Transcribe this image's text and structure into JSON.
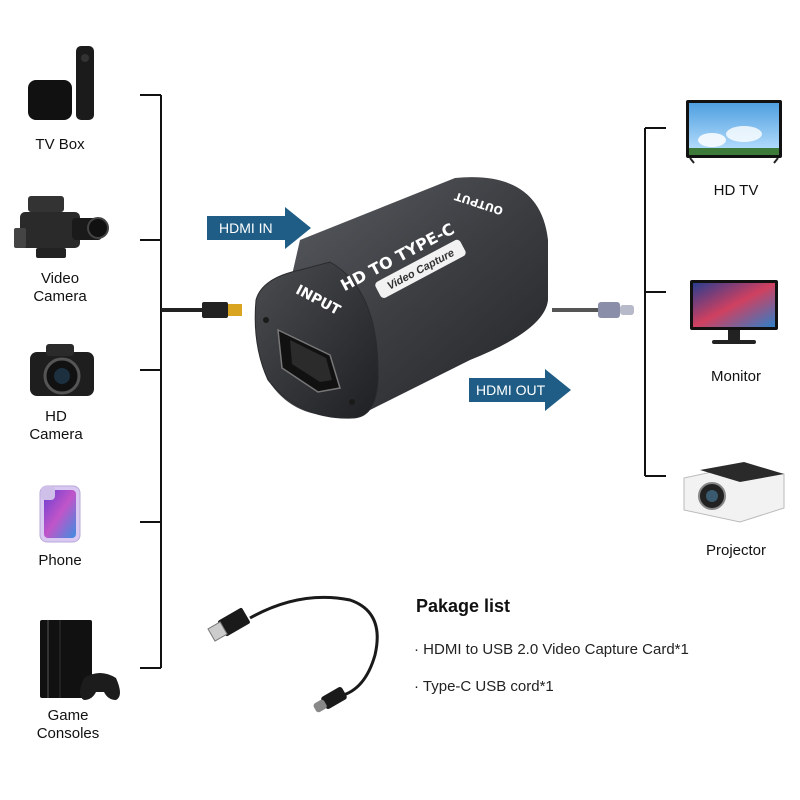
{
  "inputs": [
    {
      "label": "TV Box",
      "icon": "tv-box-icon"
    },
    {
      "label": "Video\nCamera",
      "icon": "video-camera-icon"
    },
    {
      "label": "HD\nCamera",
      "icon": "hd-camera-icon"
    },
    {
      "label": "Phone",
      "icon": "phone-icon"
    },
    {
      "label": "Game\nConsoles",
      "icon": "game-console-icon"
    }
  ],
  "outputs": [
    {
      "label": "HD TV",
      "icon": "hd-tv-icon"
    },
    {
      "label": "Monitor",
      "icon": "monitor-icon"
    },
    {
      "label": "Projector",
      "icon": "projector-icon"
    }
  ],
  "arrows": {
    "hdmi_in": "HDMI IN",
    "hdmi_out": "HDMI OUT"
  },
  "device": {
    "title": "HD TO TYPE-C",
    "subtitle": "Video Capture",
    "input_label": "INPUT",
    "output_label": "OUTPUT"
  },
  "package": {
    "title": "Pakage list",
    "items": [
      "· HDMI to USB 2.0 Video Capture Card*1",
      "· Type-C USB cord*1"
    ]
  },
  "colors": {
    "arrow": "#1f5d86",
    "device_body": "#3a3c40",
    "line": "#111111"
  }
}
